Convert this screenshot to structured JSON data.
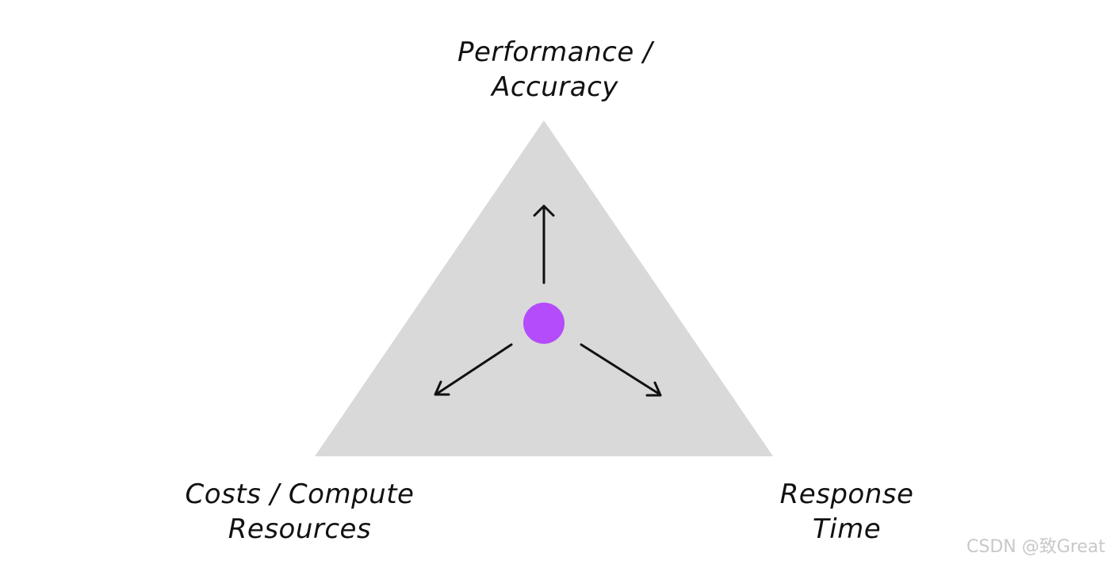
{
  "diagram": {
    "labels": {
      "top_line1": "Performance /",
      "top_line2": "Accuracy",
      "left_line1": "Costs / Compute",
      "left_line2": "Resources",
      "right_line1": "Response",
      "right_line2": "Time"
    },
    "arrows": [
      {
        "target": "Performance / Accuracy",
        "direction": "up"
      },
      {
        "target": "Costs / Compute Resources",
        "direction": "down-left"
      },
      {
        "target": "Response Time",
        "direction": "down-right"
      }
    ]
  },
  "colors": {
    "triangle_fill": "#d9d9d9",
    "center_dot": "#b44cfb",
    "arrow_stroke": "#111111",
    "text": "#111111",
    "watermark": "#c8c8c8"
  },
  "watermark": "CSDN @致Great"
}
